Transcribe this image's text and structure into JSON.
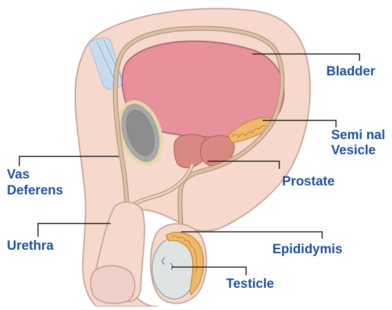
{
  "labels": {
    "bladder": "Bladder",
    "seminal_vesicle_line1": "Semi nal",
    "seminal_vesicle_line2": "Vesicle",
    "vas_deferens_line1": "Vas",
    "vas_deferens_line2": "Deferens",
    "prostate": "Prostate",
    "urethra": "Urethra",
    "epididymis": "Epididymis",
    "testicle": "Testicle"
  },
  "colors": {
    "label_text": "#1f4fa0",
    "leader_line": "#1a1a1a",
    "body_outline": "#c8a79a",
    "body_fill": "#f6d9cc",
    "bladder_fill": "#e7919a",
    "vas_tube": "#dcc0a8",
    "seminal_vesicle": "#f0b86a",
    "prostate_fill": "#d98980",
    "testicle_fill": "#dfe3e3",
    "bone_fill": "#a7a7a7",
    "bone_outline": "#e6d8a8",
    "ligament_blue": "#c9dced"
  }
}
